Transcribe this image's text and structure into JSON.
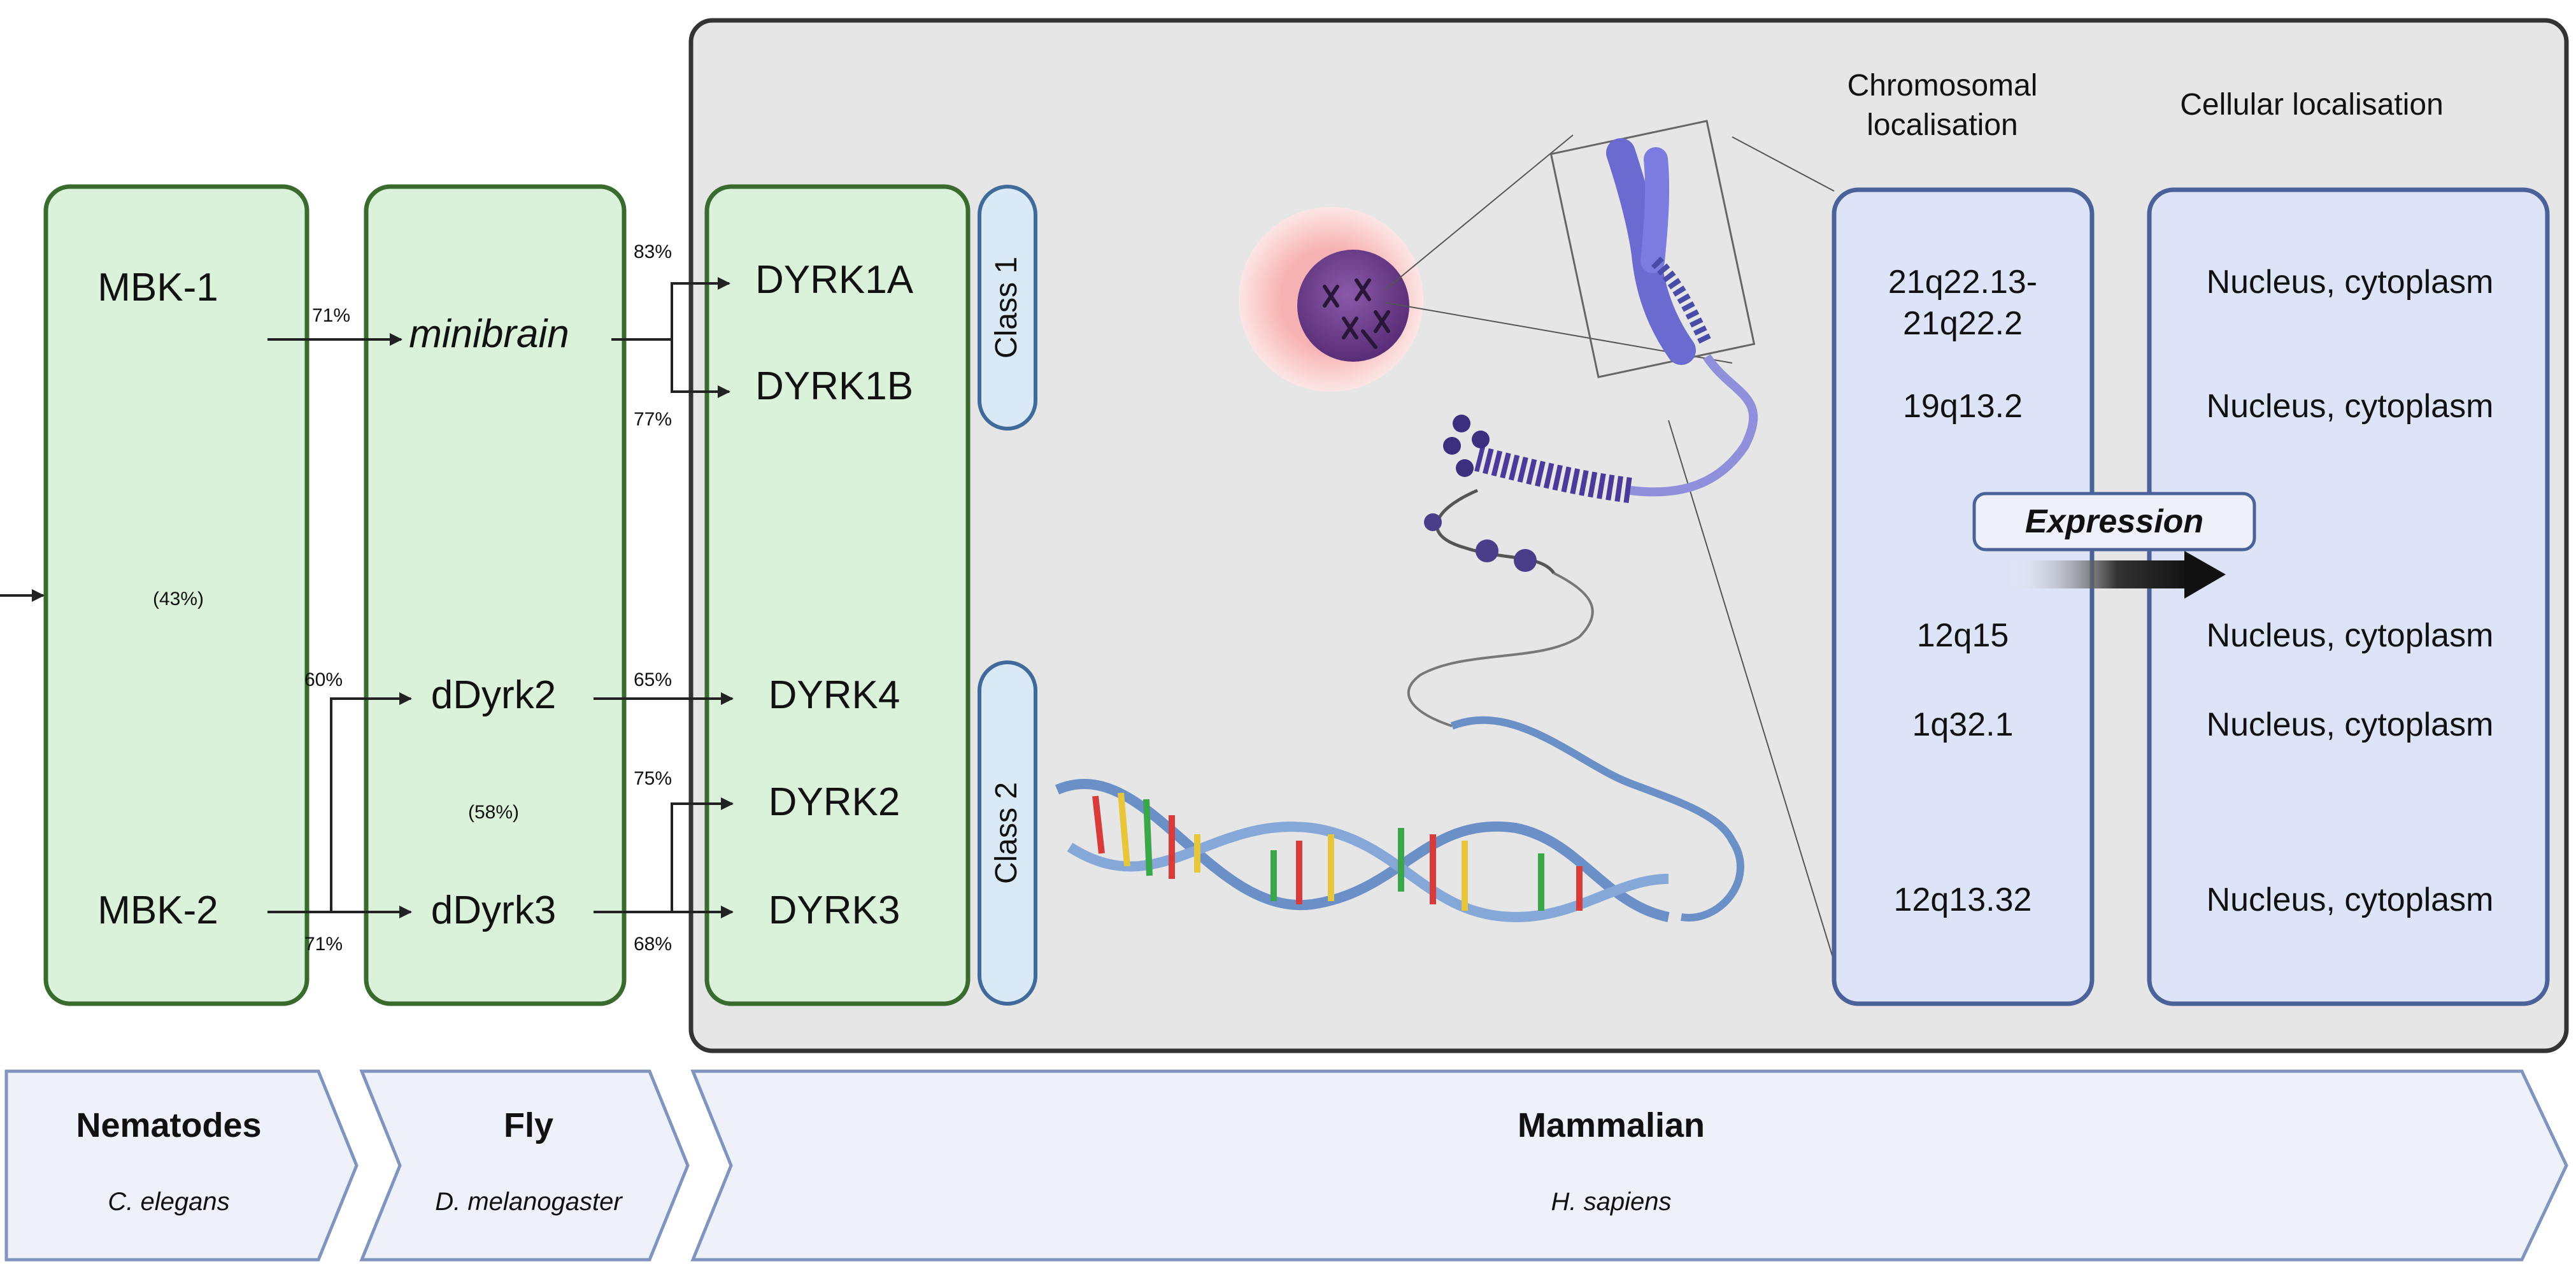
{
  "nematodes": {
    "genes": [
      "MBK-1",
      "MBK-2"
    ],
    "identity": "(43%)"
  },
  "fly": {
    "genes": [
      "minibrain",
      "dDyrk2",
      "dDyrk3"
    ],
    "identity": "(58%)"
  },
  "mammal": {
    "genes": [
      "DYRK1A",
      "DYRK1B",
      "DYRK4",
      "DYRK2",
      "DYRK3"
    ],
    "class1": "Class 1",
    "class2": "Class 2"
  },
  "percentages": {
    "mbk1_minibrain": "71%",
    "minibrain_dyrk1a": "83%",
    "minibrain_dyrk1b": "77%",
    "mbk2_ddyrk2": "60%",
    "mbk2_ddyrk3": "71%",
    "ddyrk2_dyrk4": "65%",
    "ddyrk3_dyrk2": "75%",
    "ddyrk3_dyrk3": "68%"
  },
  "chromosomal": {
    "header_line1": "Chromosomal",
    "header_line2": "localisation",
    "dyrk1a_line1": "21q22.13-",
    "dyrk1a_line2": "21q22.2",
    "dyrk1b": "19q13.2",
    "dyrk4": "12q15",
    "dyrk2": "1q32.1",
    "dyrk3": "12q13.32"
  },
  "cellular": {
    "header": "Cellular localisation",
    "dyrk1a": "Nucleus, cytoplasm",
    "dyrk1b": "Nucleus, cytoplasm",
    "dyrk4": "Nucleus, cytoplasm",
    "dyrk2": "Nucleus, cytoplasm",
    "dyrk3": "Nucleus, cytoplasm"
  },
  "expression_label": "Expression",
  "taxa": {
    "nematodes": {
      "name": "Nematodes",
      "species": "C. elegans"
    },
    "fly": {
      "name": "Fly",
      "species": "D. melanogaster"
    },
    "mammalian": {
      "name": "Mammalian",
      "species": "H. sapiens"
    }
  },
  "colors": {
    "green_fill": "#d9f2d9",
    "green_border": "#3a6b2e",
    "blue_fill": "#dde4f7",
    "blue_border": "#4a6199",
    "gray_panel": "#e6e6e6",
    "class_fill": "#d9e9f5",
    "class_border": "#3f6a99",
    "chevron_fill": "#eef1f9",
    "chevron_border": "#8094bd"
  }
}
